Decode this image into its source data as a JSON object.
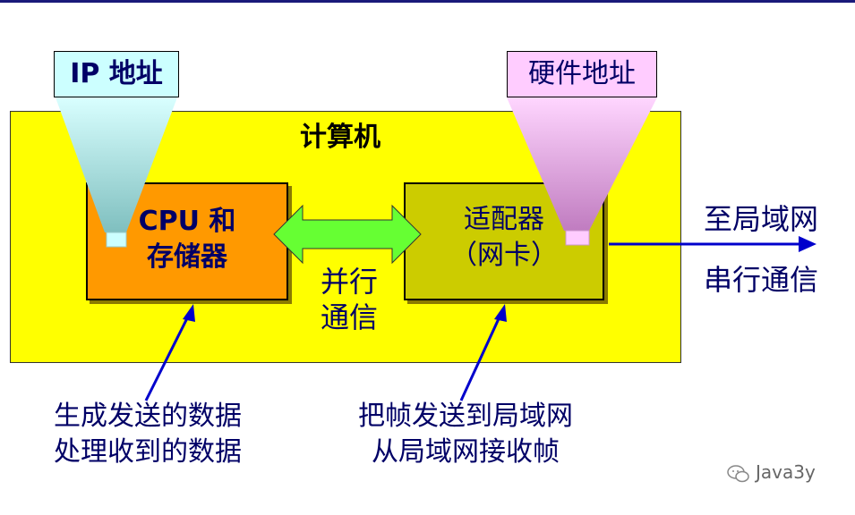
{
  "computer": {
    "title": "计算机"
  },
  "cpu": {
    "line1": "CPU 和",
    "line2": "存储器"
  },
  "adapter": {
    "line1": "适配器",
    "line2": "（网卡）"
  },
  "parallel": {
    "line1": "并行",
    "line2": "通信"
  },
  "labels": {
    "ip": "IP 地址",
    "hardware": "硬件地址"
  },
  "external": {
    "top": "至局域网",
    "bottom": "串行通信"
  },
  "notes": {
    "left": {
      "line1": "生成发送的数据",
      "line2": "处理收到的数据"
    },
    "right": {
      "line1": "把帧发送到局域网",
      "line2": "从局域网接收帧"
    }
  },
  "watermark": {
    "text": "Java3y"
  },
  "colors": {
    "computer_bg": "#ffff00",
    "cpu_bg": "#ff9900",
    "adapter_bg": "#cccc00",
    "ip_beam": "#aaeeee",
    "hw_beam": "#f0a8f0",
    "arrow_green": "#66ff33",
    "text_navy": "#000066",
    "arrow_blue": "#0000cc"
  }
}
